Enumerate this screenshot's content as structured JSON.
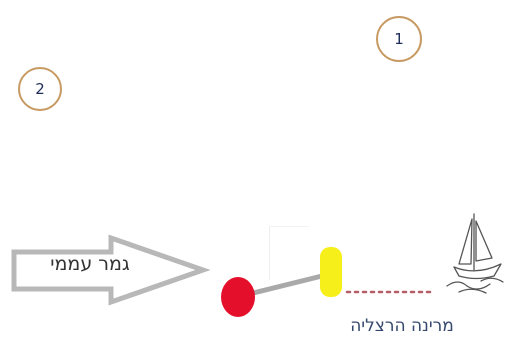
{
  "markers": [
    {
      "label": "1"
    },
    {
      "label": "2"
    }
  ],
  "arrow": {
    "label": "גמר עממי"
  },
  "location": {
    "label": "מרינה הרצליה"
  },
  "icons": {
    "boat": "sailboat-icon",
    "red_buoy": "red-buoy-icon",
    "yellow_buoy": "yellow-buoy-icon"
  },
  "colors": {
    "marker_ring": "#c89a63",
    "marker_text": "#1f2d5a",
    "arrow_outline": "#b8b8b8",
    "red_buoy": "#e4102b",
    "yellow_buoy": "#f7ef1a",
    "connector": "#a9a9a9",
    "dotted_line": "#b85d67",
    "label_text": "#34486e"
  }
}
